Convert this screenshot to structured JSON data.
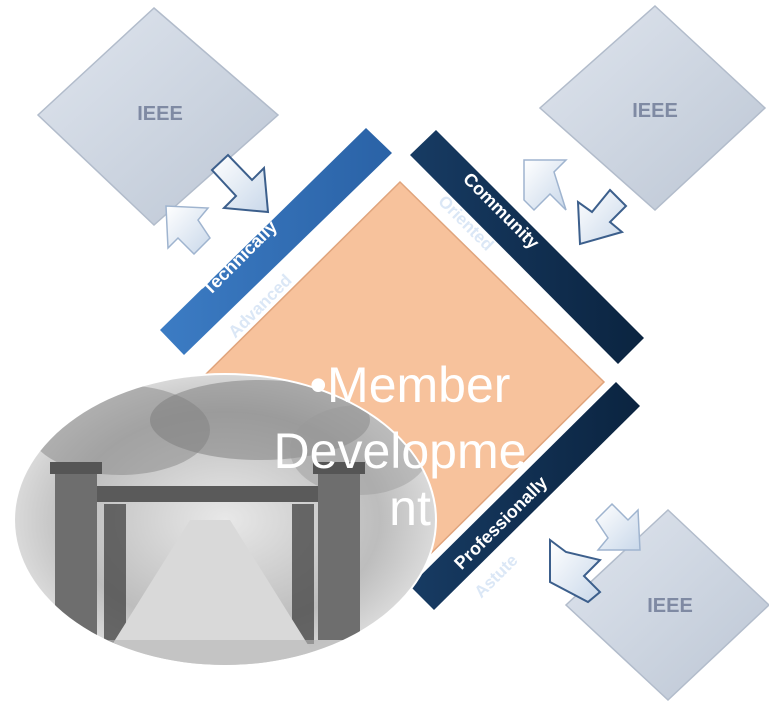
{
  "diagram": {
    "center_label_lines": [
      "•Member",
      "Developme",
      "nt"
    ],
    "corner_diamonds": [
      {
        "id": "top-left",
        "label": "IEEE"
      },
      {
        "id": "top-right",
        "label": "IEEE"
      },
      {
        "id": "bottom-right",
        "label": "IEEE"
      }
    ],
    "bands": [
      {
        "id": "technically",
        "label": "Technically",
        "sublabel": "Advanced",
        "color": "#2e6db4"
      },
      {
        "id": "community",
        "label": "Community",
        "sublabel": "Oriented",
        "color": "#0e2a4a"
      },
      {
        "id": "professionally",
        "label": "Professionally",
        "sublabel": "Astute",
        "color": "#0e2a4a"
      }
    ],
    "colors": {
      "center_fill": "#f7c29c",
      "diamond_fill": "#cdd5e0",
      "arrow_fill": "#e6eef7"
    },
    "photo": {
      "subject": "campus-gate-photo"
    }
  }
}
